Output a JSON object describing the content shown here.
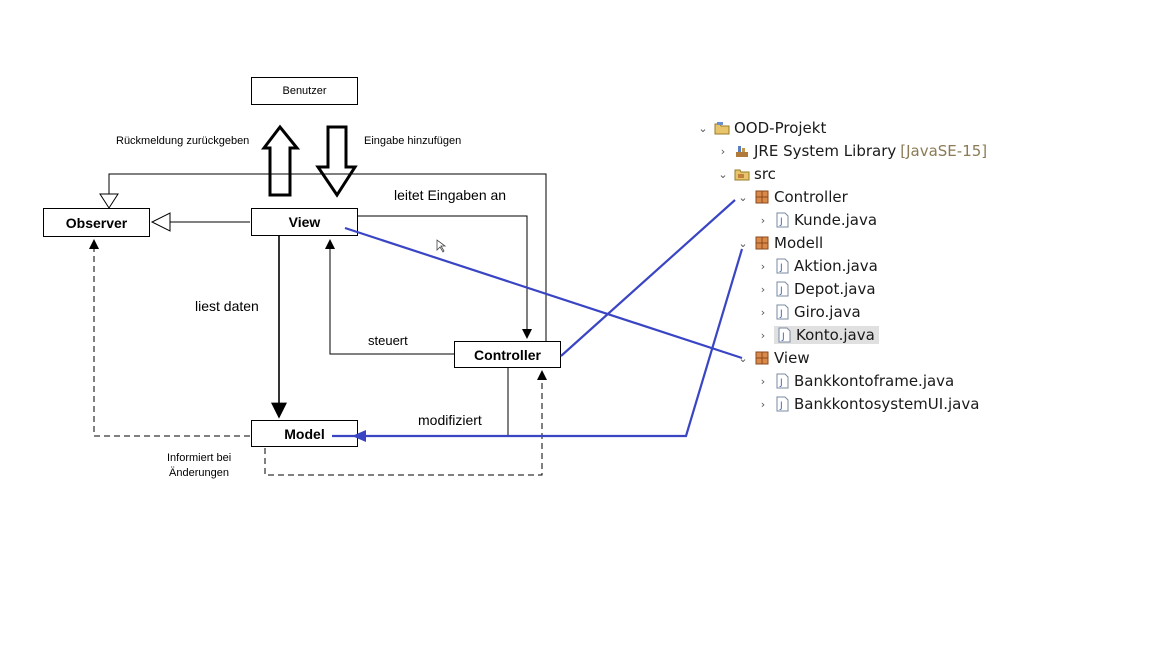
{
  "diagram": {
    "benutzer": "Benutzer",
    "rueckmeldung": "Rückmeldung zurückgeben",
    "eingabe": "Eingabe hinzufügen",
    "observer": "Observer",
    "view": "View",
    "leitet": "leitet Eingaben an",
    "liest": "liest  daten",
    "steuert": "steuert",
    "controller": "Controller",
    "modifiziert": "modifiziert",
    "model": "Model",
    "informiert_1": "Informiert bei",
    "informiert_2": "Änderungen"
  },
  "tree": {
    "project": "OOD-Projekt",
    "jre": "JRE System Library",
    "jre_version": "[JavaSE-15]",
    "src": "src",
    "pkg_controller": "Controller",
    "kunde": "Kunde.java",
    "pkg_modell": "Modell",
    "aktion": "Aktion.java",
    "depot": "Depot.java",
    "giro": "Giro.java",
    "konto": "Konto.java",
    "pkg_view": "View",
    "bankkontoframe": "Bankkontoframe.java",
    "bankkontosystemui": "BankkontosystemUI.java"
  },
  "colors": {
    "connector": "#3a45c4",
    "package_icon": "#a0522d",
    "java_icon": "#3b62b5"
  }
}
